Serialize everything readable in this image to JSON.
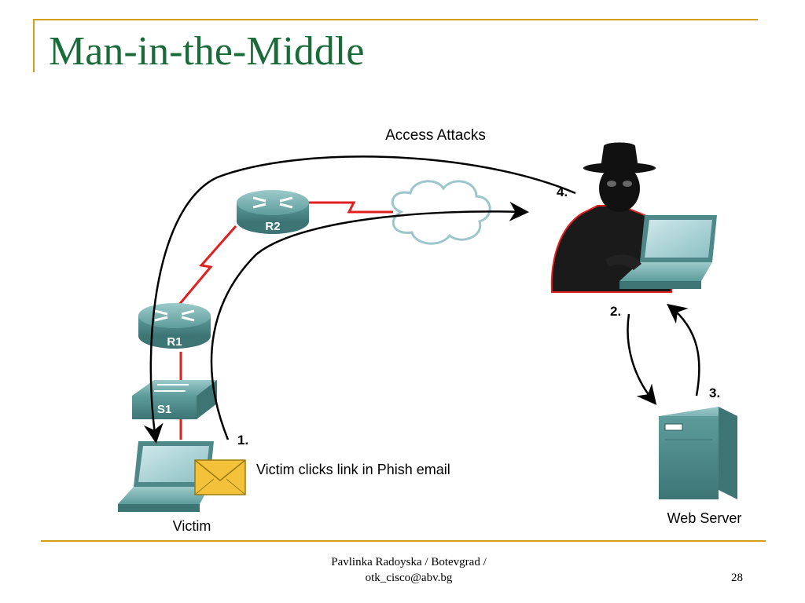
{
  "slide": {
    "title": "Man-in-the-Middle",
    "page_number": "28",
    "footer_line1": "Pavlinka Radoyska / Botevgrad /",
    "footer_line2": "otk_cisco@abv.bg"
  },
  "diagram": {
    "heading": "Access Attacks",
    "router_r2": "R2",
    "router_r1": "R1",
    "switch_s1": "S1",
    "victim_label": "Victim",
    "server_label": "Web Server",
    "step1": "1.",
    "step2": "2.",
    "step3": "3.",
    "step4": "4.",
    "phish_caption": "Victim clicks link in Phish email"
  },
  "colors": {
    "title": "#1a6b3a",
    "rule": "#d4a017",
    "link": "#e02020",
    "device": "#5e9c9c",
    "cloud": "#9cc6cc",
    "envelope": "#f3c23a"
  }
}
